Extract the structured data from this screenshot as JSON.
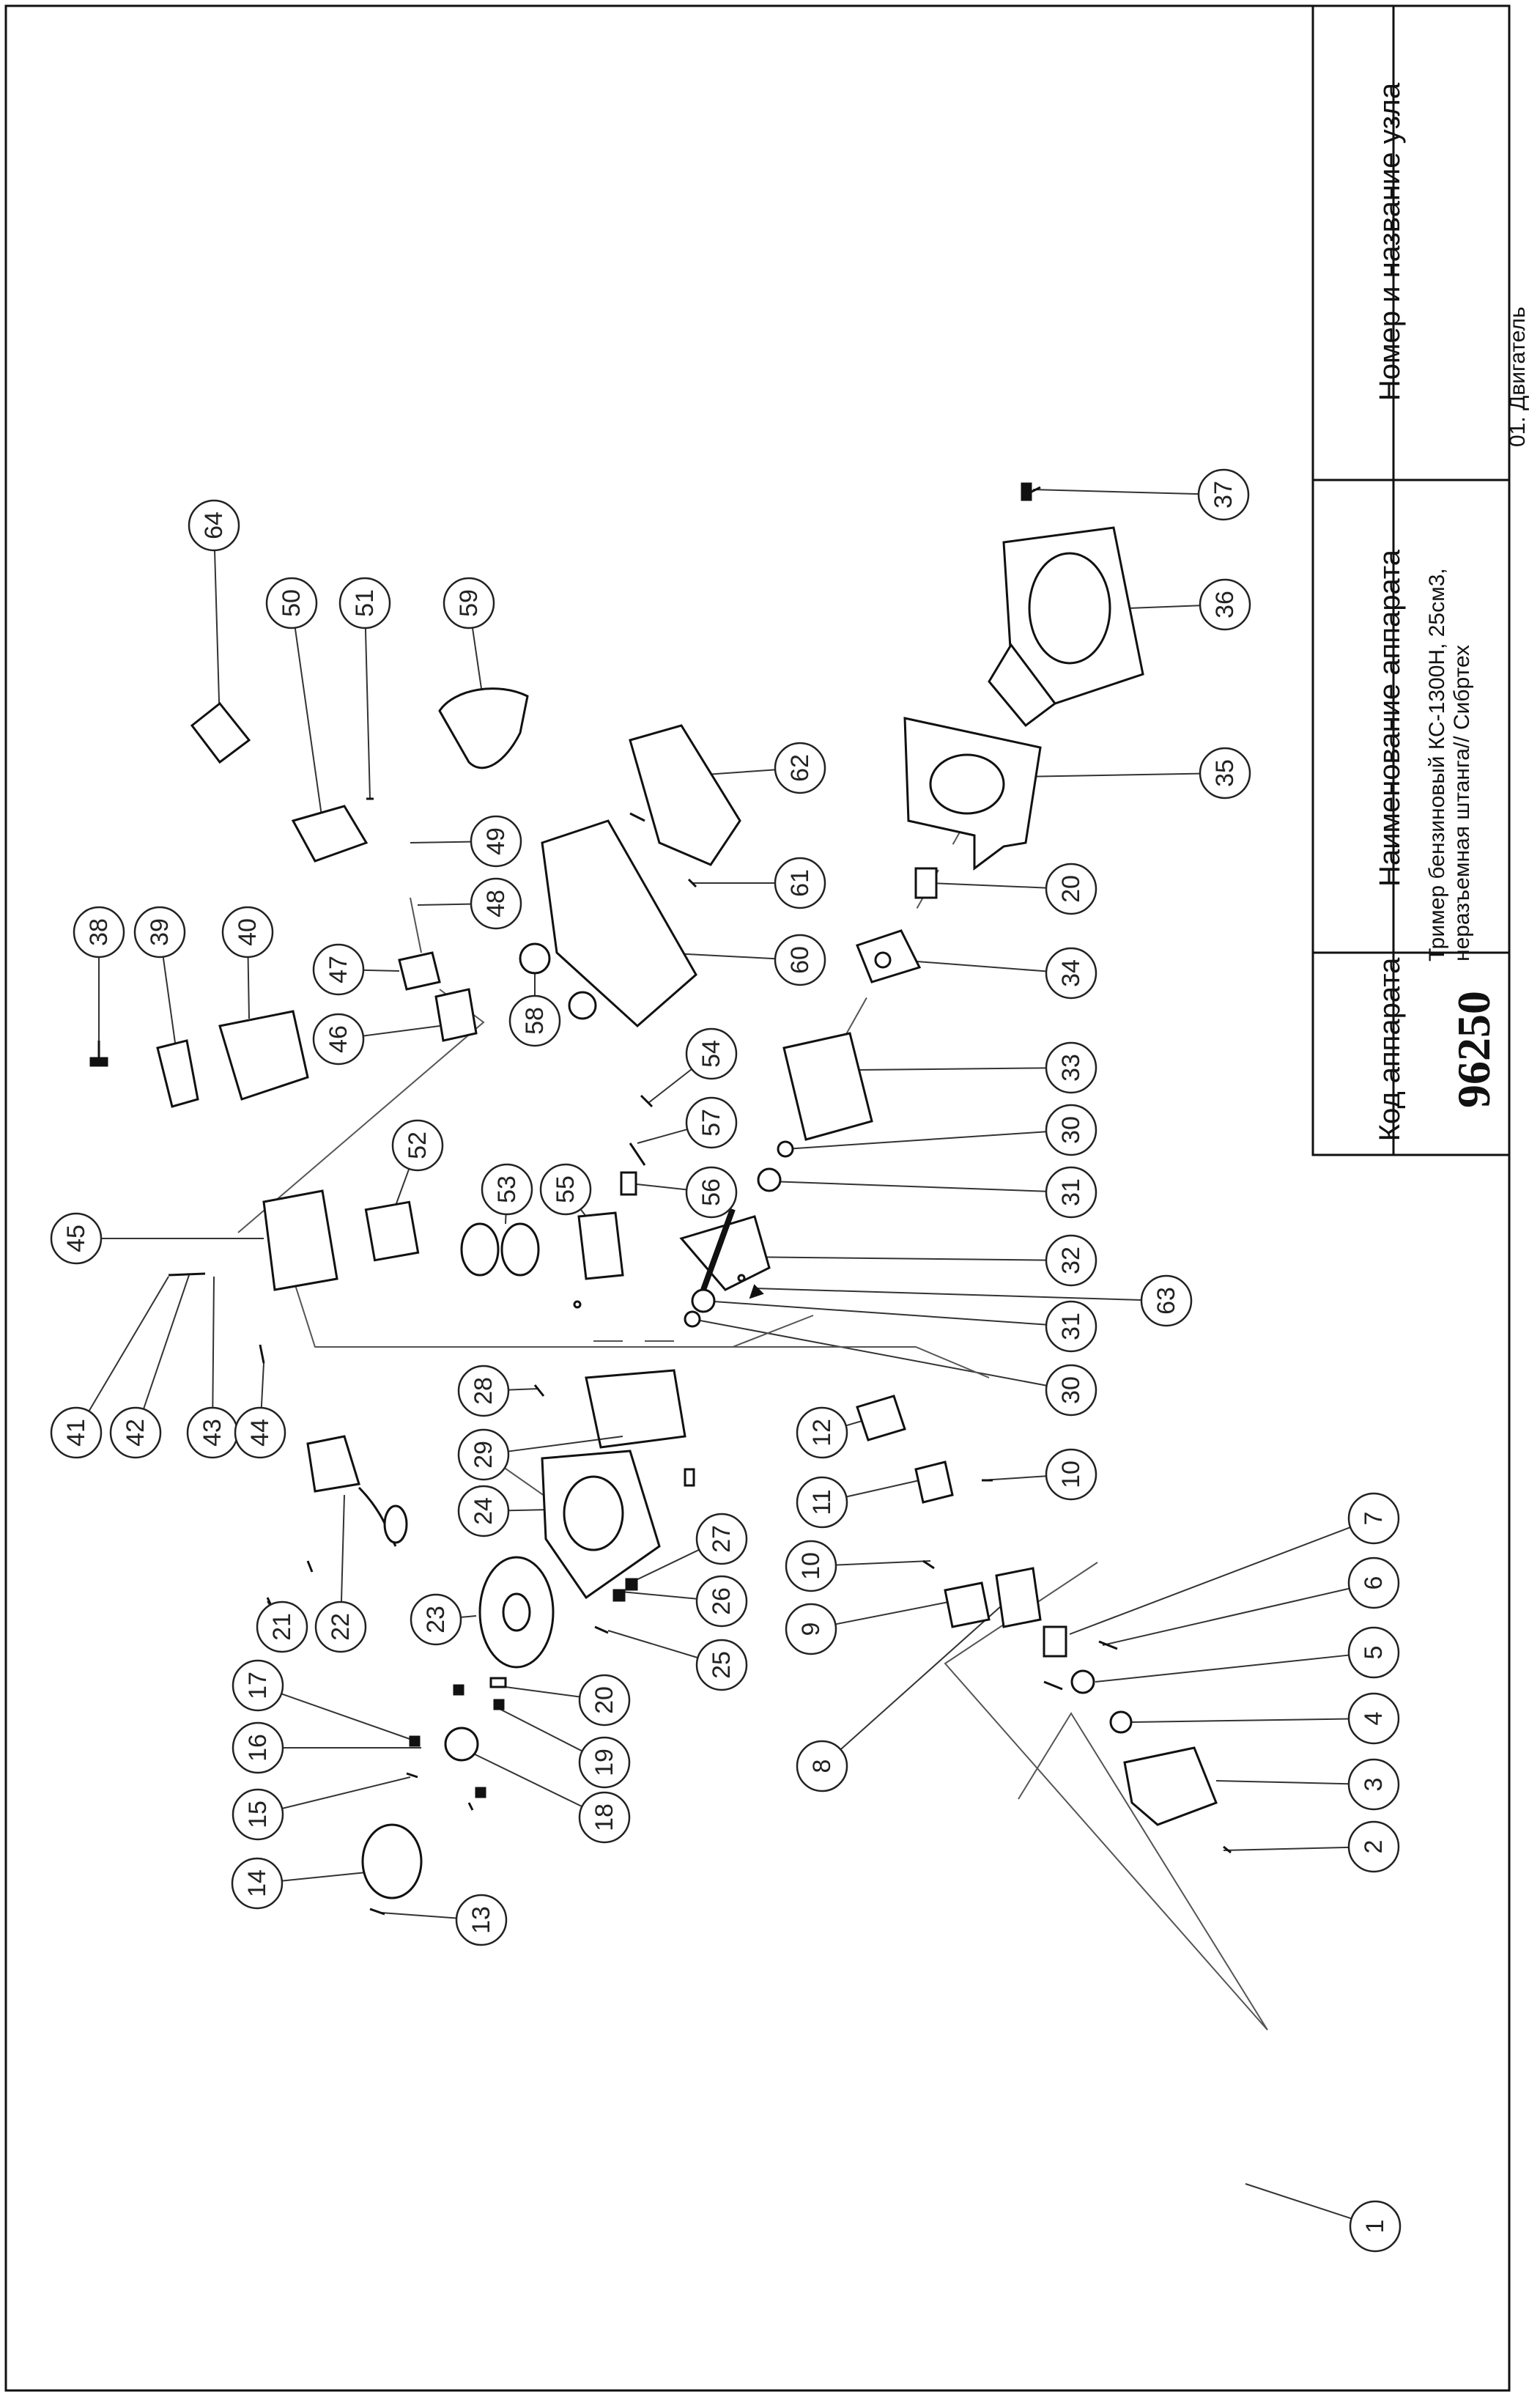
{
  "title_block": {
    "code_header": "Код аппарата",
    "code_value": "96250",
    "name_header": "Наименование аппарата",
    "name_value": "Тример бензиновый КС-1300Н, 25см3, неразъемная штанга// Сибртех",
    "unit_header": "Номер и название узла",
    "unit_value": "01. Двигатель"
  },
  "callouts": [
    {
      "n": "1"
    },
    {
      "n": "2"
    },
    {
      "n": "3"
    },
    {
      "n": "4"
    },
    {
      "n": "5"
    },
    {
      "n": "6"
    },
    {
      "n": "7"
    },
    {
      "n": "8"
    },
    {
      "n": "9"
    },
    {
      "n": "10"
    },
    {
      "n": "10"
    },
    {
      "n": "11"
    },
    {
      "n": "12"
    },
    {
      "n": "13"
    },
    {
      "n": "14"
    },
    {
      "n": "15"
    },
    {
      "n": "16"
    },
    {
      "n": "17"
    },
    {
      "n": "18"
    },
    {
      "n": "19"
    },
    {
      "n": "20"
    },
    {
      "n": "21"
    },
    {
      "n": "22"
    },
    {
      "n": "23"
    },
    {
      "n": "24"
    },
    {
      "n": "25"
    },
    {
      "n": "26"
    },
    {
      "n": "27"
    },
    {
      "n": "28"
    },
    {
      "n": "29"
    },
    {
      "n": "30"
    },
    {
      "n": "31"
    },
    {
      "n": "32"
    },
    {
      "n": "31"
    },
    {
      "n": "30"
    },
    {
      "n": "33"
    },
    {
      "n": "34"
    },
    {
      "n": "20"
    },
    {
      "n": "35"
    },
    {
      "n": "36"
    },
    {
      "n": "37"
    },
    {
      "n": "38"
    },
    {
      "n": "39"
    },
    {
      "n": "40"
    },
    {
      "n": "41"
    },
    {
      "n": "42"
    },
    {
      "n": "43"
    },
    {
      "n": "44"
    },
    {
      "n": "45"
    },
    {
      "n": "46"
    },
    {
      "n": "47"
    },
    {
      "n": "48"
    },
    {
      "n": "49"
    },
    {
      "n": "50"
    },
    {
      "n": "51"
    },
    {
      "n": "52"
    },
    {
      "n": "53"
    },
    {
      "n": "55"
    },
    {
      "n": "54"
    },
    {
      "n": "57"
    },
    {
      "n": "56"
    },
    {
      "n": "58"
    },
    {
      "n": "59"
    },
    {
      "n": "60"
    },
    {
      "n": "61"
    },
    {
      "n": "62"
    },
    {
      "n": "63"
    },
    {
      "n": "64"
    }
  ]
}
